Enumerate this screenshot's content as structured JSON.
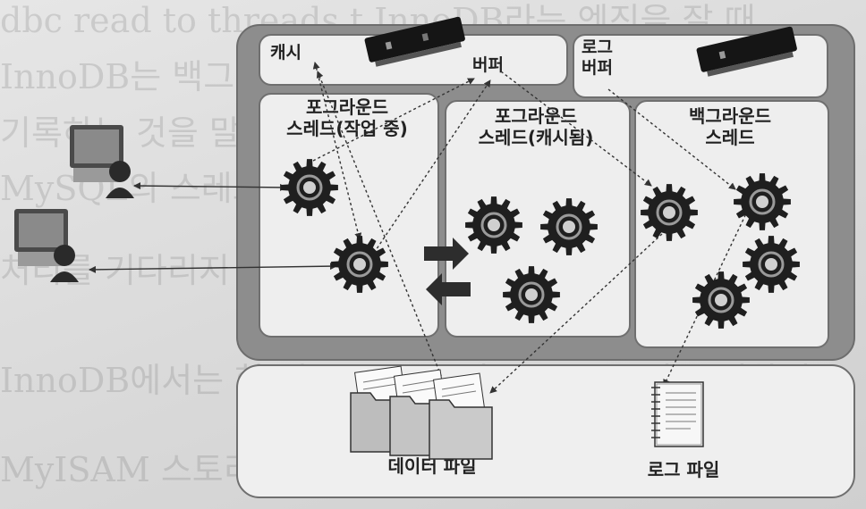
{
  "background_text": [
    "dbc read to threads.t InnoDB라는 엔진을 잘 때",
    "InnoDB는 백그라운드 스레드와 포그라운드 스레드가",
    "기록하는 것을 말하며 처리할 수 있어 더 커서 기다리지 않고",
    "MySQL의 스레드 구조도 어떻게 처리하는지 설명할",
    "처리를 기다리지 않아 디스크 데이터 파일 쓰기 작업 버퍼",
    "InnoDB에서는 한 번 InnoDB 상용 DBMS와 동일하게",
    "MyISAM 스토리지 엔진. 그럼에도 하지만 MyISAM"
  ],
  "labels": {
    "cache": "캐시",
    "buffer": "버퍼",
    "log_buffer": "로그\n버퍼",
    "fg_thread_working": "포그라운드\n스레드(작업 중)",
    "fg_thread_cached": "포그라운드\n스레드(캐시됨)",
    "bg_thread": "백그라운드\n스레드",
    "data_file": "데이터 파일",
    "log_file": "로그 파일"
  },
  "colors": {
    "server_fill": "#8d8d8d",
    "pane_fill": "#eeeeee",
    "gear": "#1f1f1f",
    "arrow": "#333333"
  },
  "icons": [
    "user-computer-icon",
    "memory-module-icon",
    "gear-icon",
    "swap-arrows-icon",
    "folder-documents-icon",
    "notepad-icon"
  ]
}
